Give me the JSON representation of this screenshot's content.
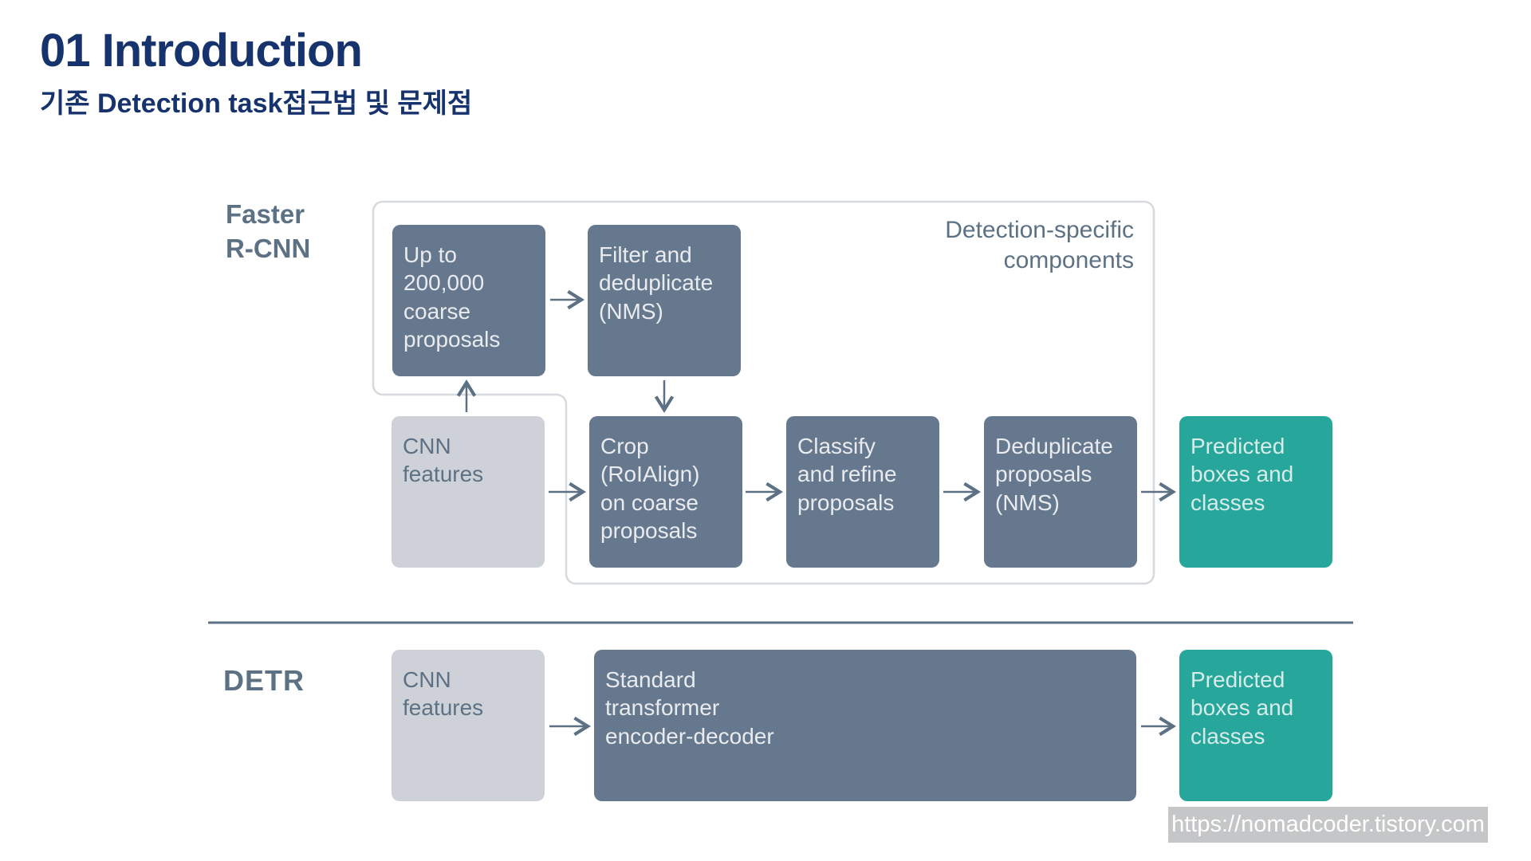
{
  "header": {
    "title": "01 Introduction",
    "subtitle": "기존 Detection task접근법 및 문제점"
  },
  "colors": {
    "title_navy": "#17336d",
    "slate_text": "#5d7185",
    "slate_box": "#66788e",
    "light_box": "#ced2d8",
    "teal_box": "#27a69b",
    "outline_border": "#d6dade"
  },
  "faster_rcnn_row": {
    "row_label": "Faster\nR-CNN",
    "container_label": "Detection-specific\ncomponents",
    "up_to_box": "Up to\n200,000\ncoarse\nproposals",
    "filter_box": "Filter and\ndeduplicate\n(NMS)",
    "cnn_box": "CNN\nfeatures",
    "crop_box": "Crop\n(RoIAlign)\non coarse\nproposals",
    "classify_box": "Classify\nand refine\nproposals",
    "dedup_box": "Deduplicate\nproposals\n(NMS)",
    "predicted_box": "Predicted\nboxes and\nclasses"
  },
  "detr_row": {
    "row_label": "DETR",
    "cnn_box": "CNN\nfeatures",
    "transformer_box": "Standard\ntransformer\nencoder-decoder",
    "predicted_box": "Predicted\nboxes and\nclasses"
  },
  "watermark": {
    "url": "https://nomadcoder.tistory.com"
  }
}
